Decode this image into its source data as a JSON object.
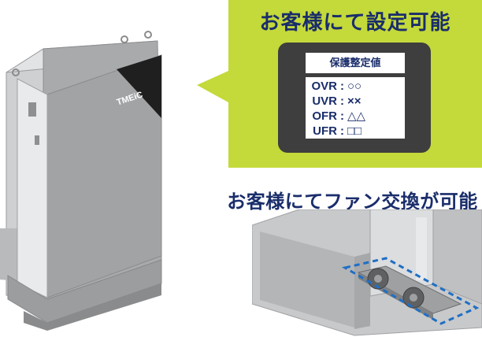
{
  "brand": {
    "logo_text": "TMEiC"
  },
  "callout": {
    "title": "お客様にて設定可能",
    "panel_header": "保護整定値",
    "settings": [
      {
        "label": "OVR",
        "separator": ":",
        "value": "○○"
      },
      {
        "label": "UVR",
        "separator": ":",
        "value": "××"
      },
      {
        "label": "OFR",
        "separator": ":",
        "value": "△△"
      },
      {
        "label": "UFR",
        "separator": ":",
        "value": "□□"
      }
    ]
  },
  "fan_caption": "お客様にてファン交換が可能",
  "colors": {
    "callout_green": "#c4d93a",
    "text_navy": "#1a2d6b",
    "panel_dark": "#3e3e3e",
    "highlight_blue": "#1f6fc4"
  }
}
